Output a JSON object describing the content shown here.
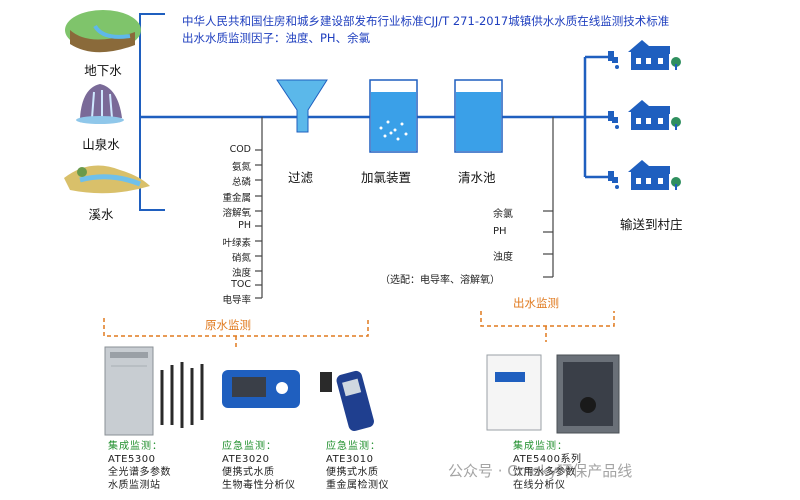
{
  "standard": {
    "line1": "中华人民共和国住房和城乡建设部发布行业标准CJJ/T 271-2017城镇供水水质在线监测技术标准",
    "line2": "出水水质监测因子：浊度、PH、余氯"
  },
  "sources": [
    "地下水",
    "山泉水",
    "溪水"
  ],
  "raw_params": [
    "COD",
    "氨氮",
    "总磷",
    "重金属",
    "溶解氧",
    "PH",
    "叶绿素",
    "硝氮",
    "浊度",
    "TOC",
    "电导率"
  ],
  "stages": [
    "过滤",
    "加氯装置",
    "清水池"
  ],
  "out_params": [
    "余氯",
    "PH",
    "浊度",
    "（选配：电导率、溶解氧）"
  ],
  "destination": "输送到村庄",
  "sections": {
    "raw": "原水监测",
    "out": "出水监测"
  },
  "products": [
    {
      "tag": "集成监测：",
      "l1": "ATE5300",
      "l2": "全光谱多参数",
      "l3": "水质监测站"
    },
    {
      "tag": "应急监测：",
      "l1": "ATE3020",
      "l2": "便携式水质",
      "l3": "生物毒性分析仪"
    },
    {
      "tag": "应急监测：",
      "l1": "ATE3010",
      "l2": "便携式水质",
      "l3": "重金属检测仪"
    },
    {
      "tag": "集成监测：",
      "l1": "ATE5400系列",
      "l2": "饮用水多参数",
      "l3": "在线分析仪"
    }
  ],
  "watermark": "公众号 · Cmsky环保产品线",
  "colors": {
    "pipe": "#1f5fbf",
    "tank": "#3aa0e8",
    "orange": "#e07a1f",
    "green": "#1f8f2c",
    "blue_text": "#1f3fbf"
  }
}
